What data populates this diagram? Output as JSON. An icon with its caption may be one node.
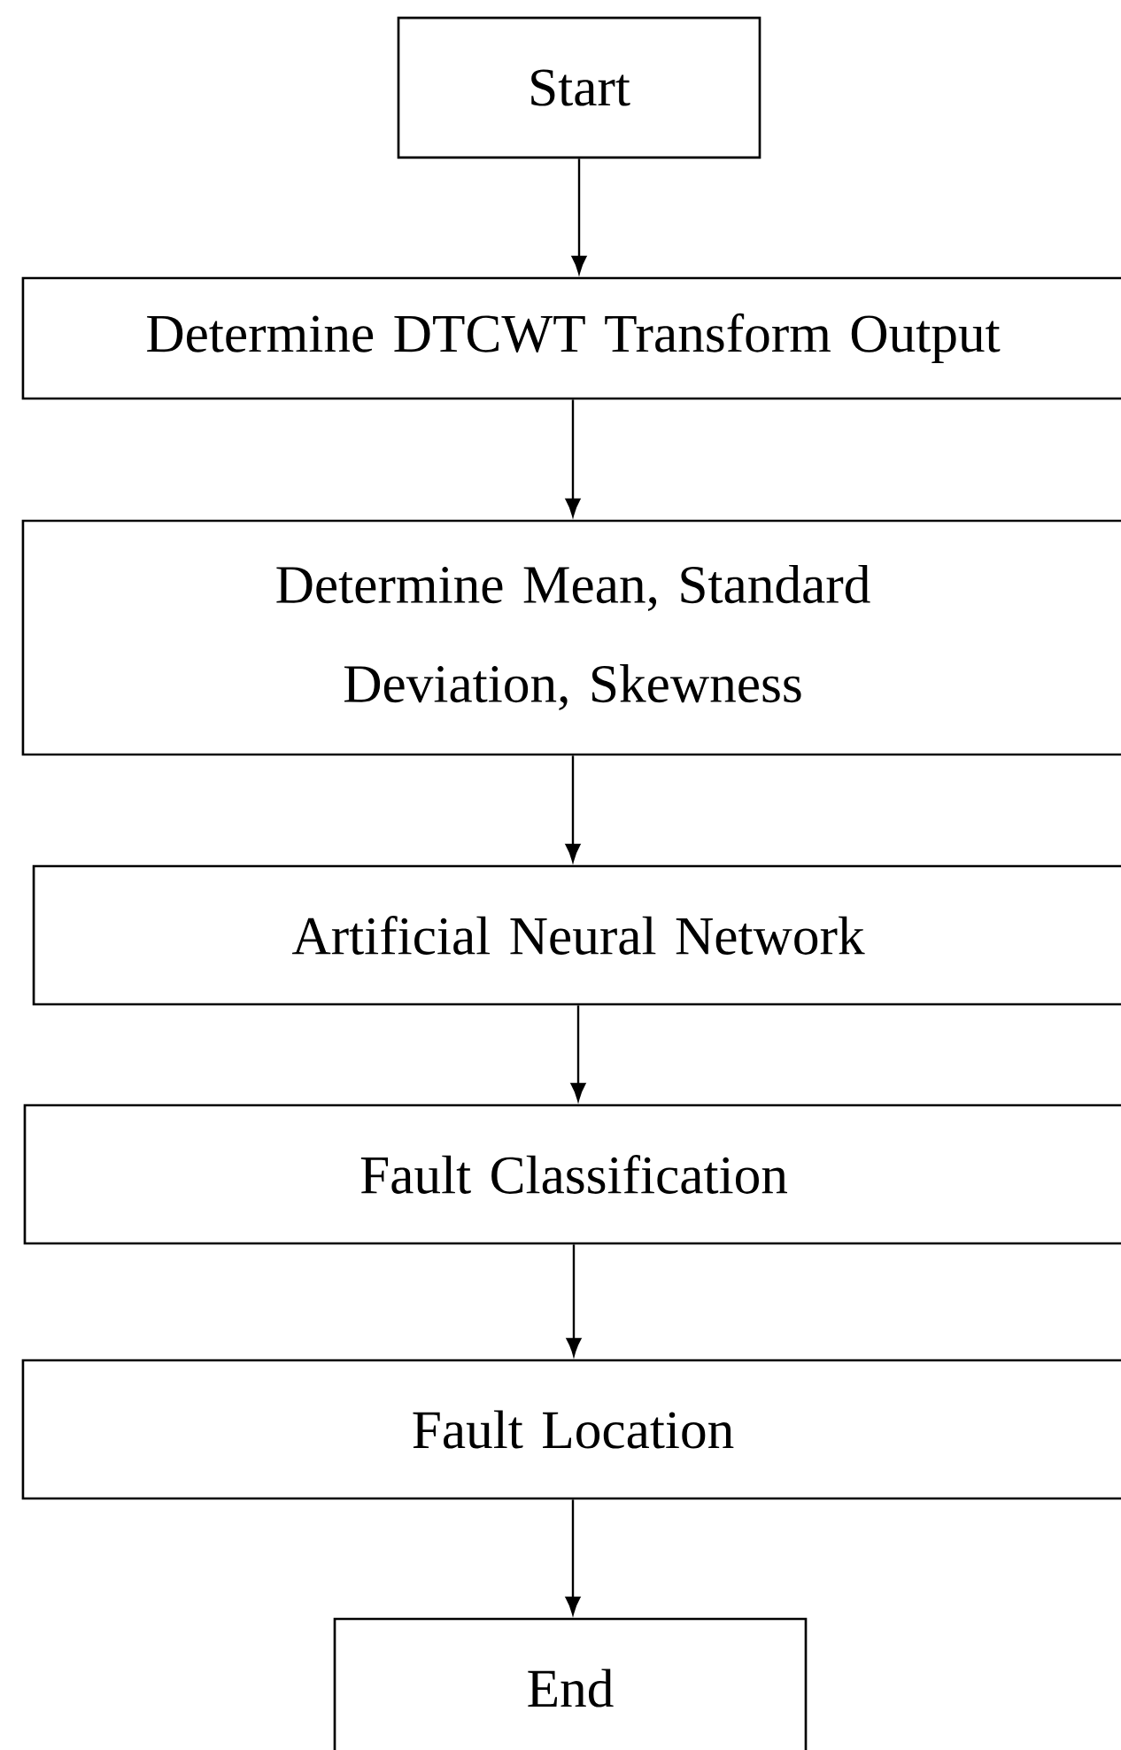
{
  "diagram": {
    "nodes": [
      {
        "text": [
          "Start"
        ]
      },
      {
        "text": [
          "Determine DTCWT Transform Output"
        ]
      },
      {
        "text": [
          "Determine Mean, Standard Deviation, Skewness"
        ]
      },
      {
        "text": [
          "Artificial Neural Network"
        ]
      },
      {
        "text": [
          "Fault Classification"
        ]
      },
      {
        "text": [
          "Fault Location"
        ]
      },
      {
        "text": [
          "End"
        ]
      }
    ],
    "edges": [
      {
        "from": 0,
        "to": 1,
        "arrow": "to"
      },
      {
        "from": 1,
        "to": 2,
        "arrow": "to"
      },
      {
        "from": 2,
        "to": 3,
        "arrow": "to"
      },
      {
        "from": 3,
        "to": 4,
        "arrow": "to"
      },
      {
        "from": 4,
        "to": 5,
        "arrow": "to"
      },
      {
        "from": 5,
        "to": 6,
        "arrow": "to"
      }
    ]
  }
}
